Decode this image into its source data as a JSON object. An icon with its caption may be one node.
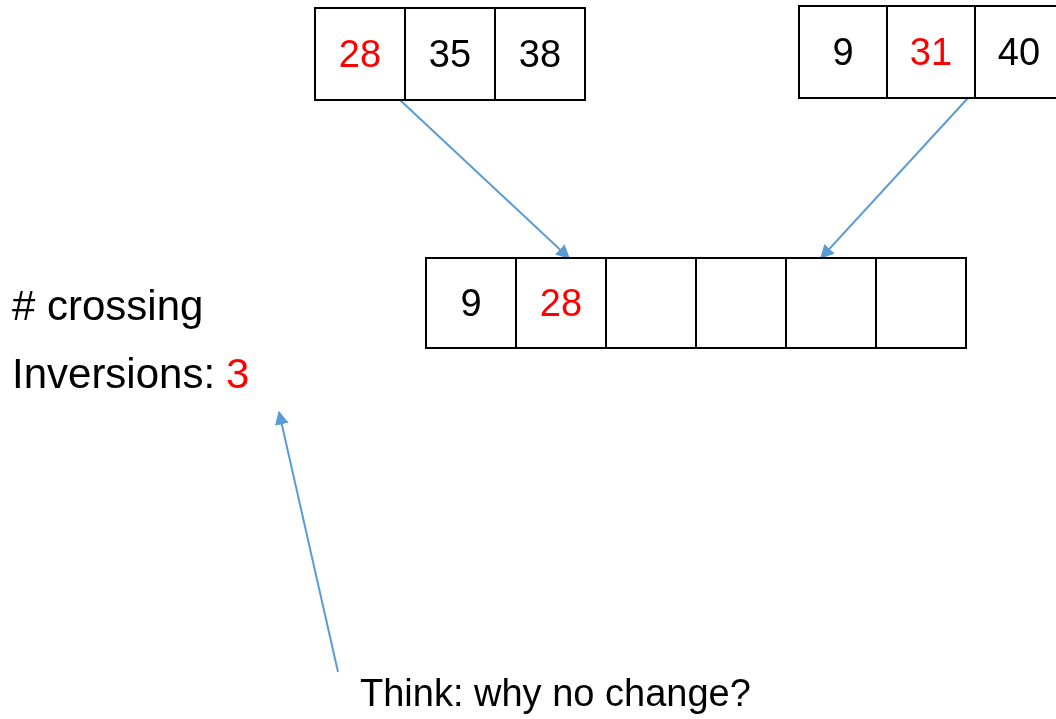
{
  "diagram": {
    "nodes": [
      {
        "text": [],
        "shape": "box"
      },
      {
        "text": [
          "28"
        ],
        "in": 0
      },
      {
        "text": [
          "35"
        ],
        "in": 0
      },
      {
        "text": [
          "38"
        ],
        "in": 0
      },
      {
        "text": [],
        "shape": "box"
      },
      {
        "text": [
          "9"
        ],
        "in": 4
      },
      {
        "text": [
          "31"
        ],
        "in": 4
      },
      {
        "text": [
          "40"
        ],
        "in": 4
      },
      {
        "text": [],
        "shape": "box"
      },
      {
        "text": [
          "9"
        ],
        "in": 8
      },
      {
        "text": [
          "28"
        ],
        "in": 8
      },
      {
        "text": [],
        "shape": "box",
        "in": 8
      },
      {
        "text": [],
        "shape": "box",
        "in": 8
      },
      {
        "text": [],
        "shape": "box",
        "in": 8
      },
      {
        "text": [],
        "shape": "box",
        "in": 8
      },
      {
        "text": [
          "# crossing Inversions:",
          "3"
        ]
      },
      {
        "text": [
          "Think: why no change?"
        ]
      }
    ],
    "edges": [
      {
        "from": 0,
        "to": 10,
        "arrow": "to"
      },
      {
        "from": 4,
        "to": 13,
        "arrow": "to"
      },
      {
        "from": 16,
        "to": 15,
        "arrow": "to"
      }
    ]
  }
}
